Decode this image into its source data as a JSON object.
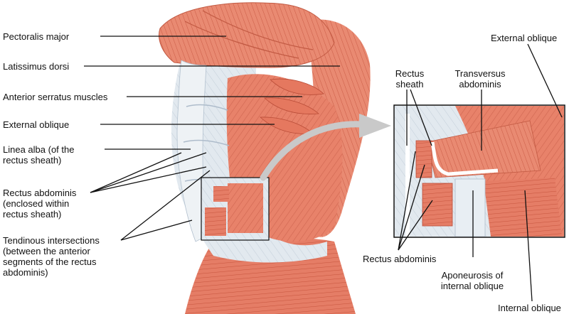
{
  "left_labels": {
    "pectoralis_major": "Pectoralis major",
    "latissimus_dorsi": "Latissimus dorsi",
    "anterior_serratus": "Anterior serratus muscles",
    "external_oblique": "External oblique",
    "linea_alba": "Linea alba (of the\nrectus sheath)",
    "rectus_abdominis": "Rectus abdominis\n(enclosed within\n rectus sheath)",
    "tendinous_intersections": "Tendinous intersections\n(between the anterior\nsegments of the rectus\nabdominis)"
  },
  "inset_labels": {
    "rectus_sheath": "Rectus\nsheath",
    "transversus_abdominis": "Transversus\nabdominis",
    "external_oblique": "External oblique",
    "rectus_abdominis": "Rectus abdominis",
    "aponeurosis": "Aponeurosis of\ninternal oblique",
    "internal_oblique": "Internal oblique"
  },
  "colors": {
    "muscle": "#e8826a",
    "muscle_dark": "#c8563f",
    "muscle_light": "#f3ad98",
    "fascia": "#dde5ec",
    "fascia_line": "#aebccb",
    "leader": "#111111",
    "arrow": "#c9c9c9"
  }
}
